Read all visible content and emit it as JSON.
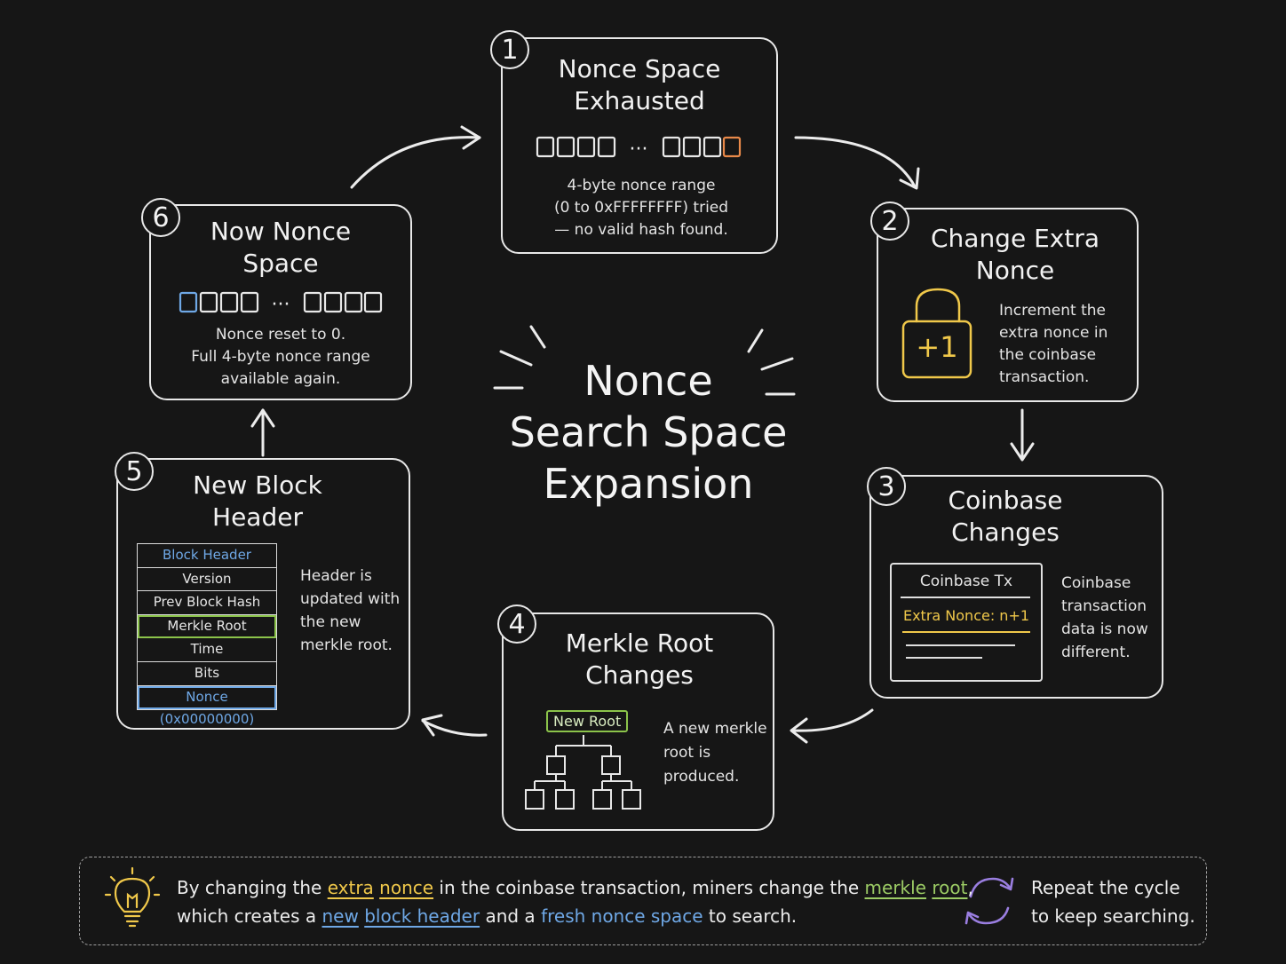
{
  "center_title": [
    "Nonce",
    "Search Space",
    "Expansion"
  ],
  "steps": [
    {
      "number": "1",
      "title": [
        "Nonce Space",
        "Exhausted"
      ],
      "desc": [
        "4-byte nonce range",
        "(0 to 0xFFFFFFFF) tried",
        "— no valid hash found."
      ]
    },
    {
      "number": "2",
      "title": [
        "Change Extra",
        "Nonce"
      ],
      "icon_label": "+1",
      "desc": [
        "Increment the",
        "extra nonce in",
        "the coinbase",
        "transaction."
      ]
    },
    {
      "number": "3",
      "title": [
        "Coinbase",
        "Changes"
      ],
      "tx_title": "Coinbase Tx",
      "tx_extra": "Extra Nonce: n+1",
      "desc": [
        "Coinbase",
        "transaction",
        "data is now",
        "different."
      ]
    },
    {
      "number": "4",
      "title": [
        "Merkle Root",
        "Changes"
      ],
      "root_label": "New Root",
      "desc": [
        "A new merkle",
        "root is",
        "produced."
      ]
    },
    {
      "number": "5",
      "title": [
        "New Block",
        "Header"
      ],
      "header_rows": [
        "Block Header",
        "Version",
        "Prev Block Hash",
        "Merkle Root",
        "Time",
        "Bits",
        "Nonce (0x00000000)"
      ],
      "desc": [
        "Header is",
        "updated with",
        "the new",
        "merkle root."
      ]
    },
    {
      "number": "6",
      "title": [
        "Now Nonce",
        "Space"
      ],
      "desc": [
        "Nonce reset to 0.",
        "Full 4-byte nonce range",
        "available again."
      ]
    }
  ],
  "footer": {
    "line1_a": "By changing the ",
    "extra": "extra",
    "nonce": "nonce",
    "line1_b": " in the coinbase transaction, miners change the ",
    "merkle": "merkle",
    "root": "root",
    "line1_c": ",",
    "line2_a": "which creates a ",
    "new": "new",
    "block_header": "block header",
    "line2_b": " and a ",
    "fresh_nonce_space": "fresh nonce space",
    "line2_c": " to search.",
    "repeat": [
      "Repeat the cycle",
      "to keep searching."
    ]
  },
  "colors": {
    "yellow": "#f0c84a",
    "green": "#8bc34a",
    "blue": "#6fa8e6",
    "orange": "#e8894a",
    "purple": "#9a7ee0"
  }
}
